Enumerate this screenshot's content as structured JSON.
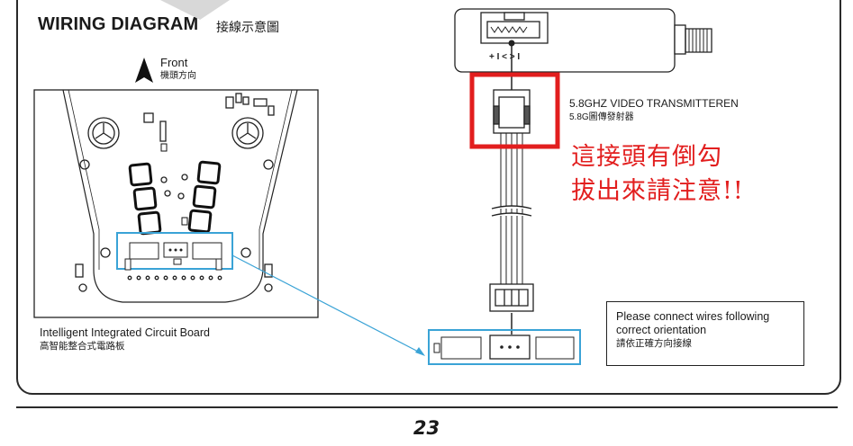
{
  "header": {
    "title": "WIRING DIAGRAM",
    "title_cn": "接線示意圖"
  },
  "front": {
    "label": "Front",
    "label_cn": "機頭方向"
  },
  "board": {
    "label": "Intelligent Integrated Circuit Board",
    "label_cn": "高智能整合式電路板"
  },
  "transmitter": {
    "label": "5.8GHZ VIDEO TRANSMITTEREN",
    "label_cn": "5.8G圖傳發射器",
    "symbols": "+ I < > I"
  },
  "warning": {
    "line1": "這接頭有倒勾",
    "line2": "拔出來請注意!!"
  },
  "note": {
    "line1": "Please connect wires following",
    "line2": "correct orientation",
    "line_cn": "請依正確方向接線"
  },
  "footer": {
    "page_number": "23"
  },
  "colors": {
    "highlight_blue": "#3aa3d6",
    "warning_red": "#e21e1e",
    "line": "#222222"
  }
}
